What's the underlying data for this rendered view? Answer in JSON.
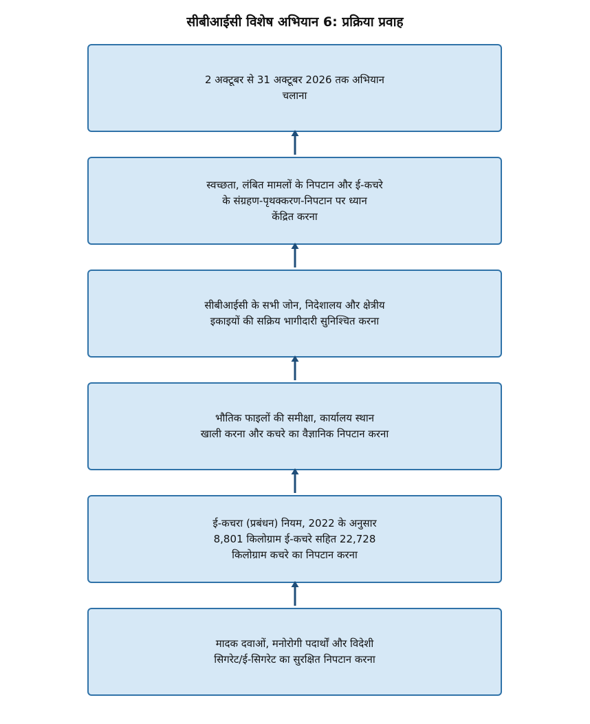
{
  "title": "सीबीआईसी विशेष अभियान 6: प्रक्रिया प्रवाह",
  "colors": {
    "box_fill": "#d6e8f6",
    "box_border": "#2f72a8",
    "arrow": "#1f4e79"
  },
  "steps": [
    {
      "label": "2 अक्टूबर से 31 अक्टूबर 2026 तक अभियान\nचलाना"
    },
    {
      "label": "स्वच्छता, लंबित मामलों के निपटान और ई-कचरे\nके संग्रहण-पृथक्करण-निपटान पर ध्यान\nकेंद्रित करना"
    },
    {
      "label": "सीबीआईसी के सभी जोन, निदेशालय और क्षेत्रीय\nइकाइयों की सक्रिय भागीदारी सुनिश्चित करना"
    },
    {
      "label": "भौतिक फाइलों की समीक्षा, कार्यालय स्थान\nखाली करना और कचरे का वैज्ञानिक निपटान करना"
    },
    {
      "label": "ई-कचरा (प्रबंधन) नियम, 2022 के अनुसार\n8,801 किलोग्राम ई-कचरे सहित 22,728\nकिलोग्राम कचरे का निपटान करना"
    },
    {
      "label": "मादक दवाओं, मनोरोगी पदार्थों और विदेशी\nसिगरेट/ई-सिगरेट का सुरक्षित निपटान करना"
    }
  ]
}
